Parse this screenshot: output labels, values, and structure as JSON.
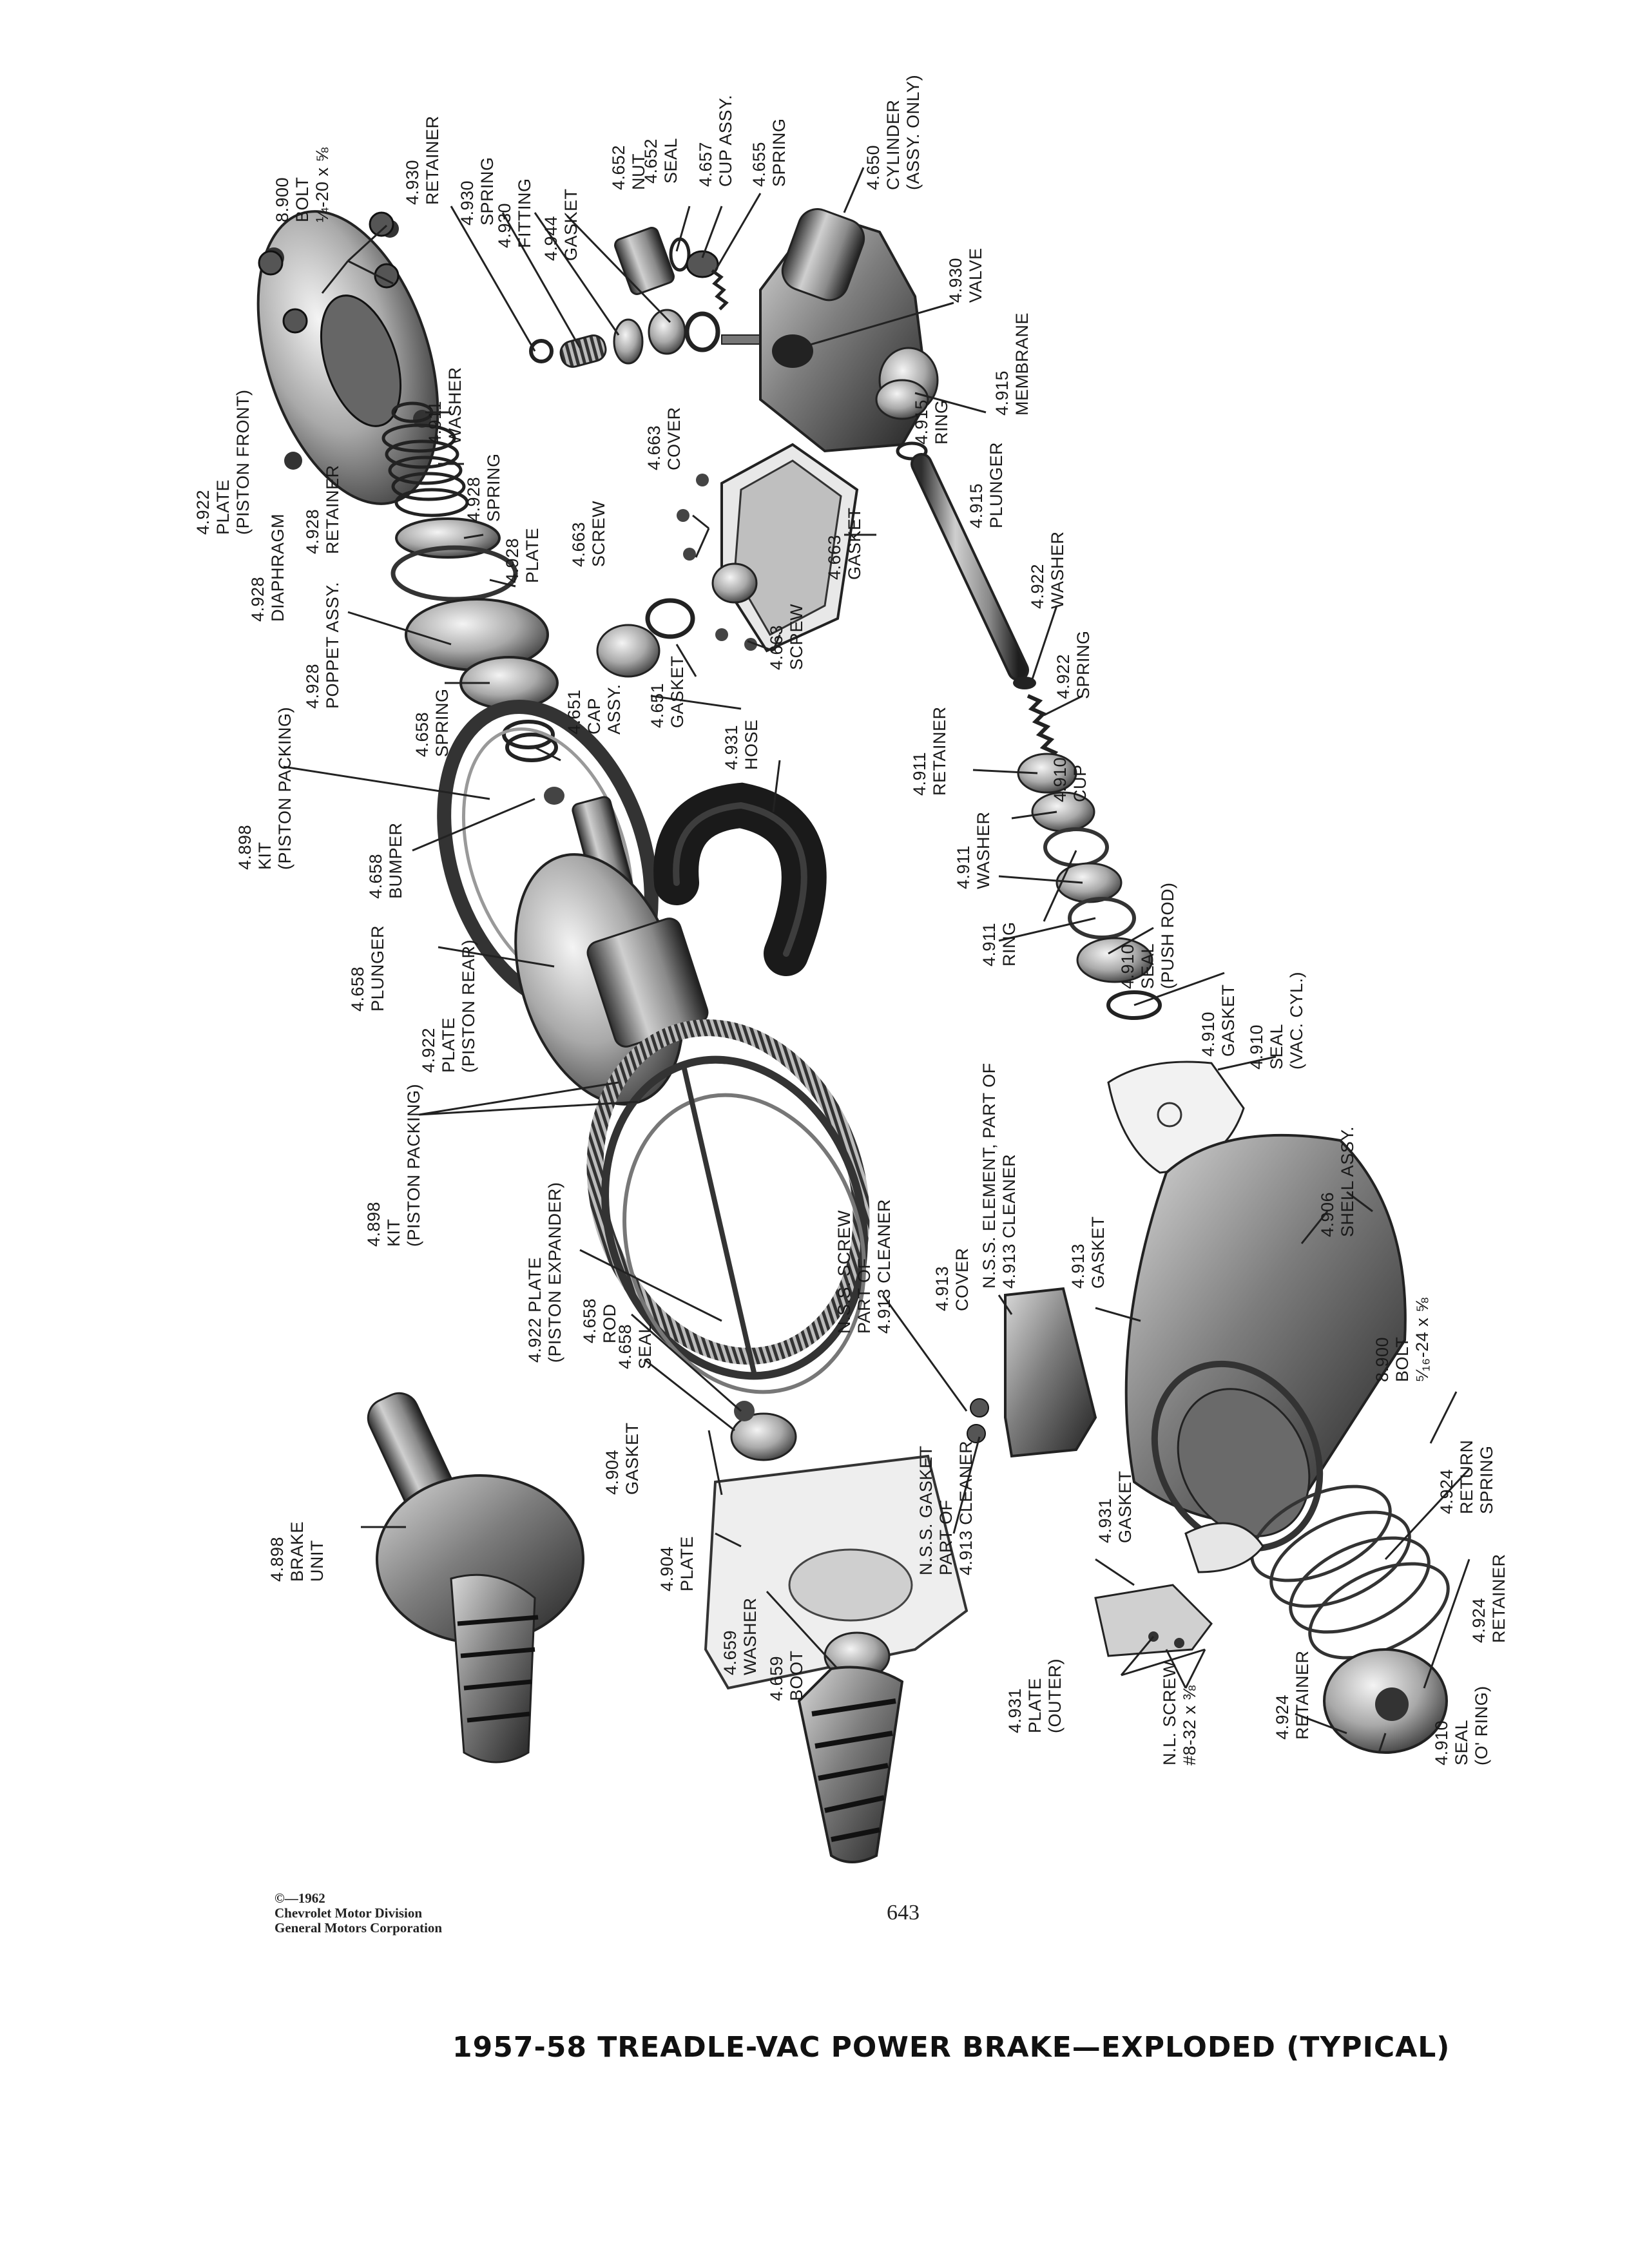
{
  "caption": "1957-58 TREADLE-VAC POWER BRAKE—EXPLODED (TYPICAL)",
  "page_number": "643",
  "copyright": [
    "©—1962",
    "Chevrolet Motor Division",
    "General Motors Corporation"
  ],
  "labels": [
    {
      "id": "bolt-8900-front",
      "lines": [
        "8.900",
        "BOLT",
        "¼-20 x ⅝"
      ]
    },
    {
      "id": "retainer-4930",
      "lines": [
        "4.930",
        "RETAINER"
      ]
    },
    {
      "id": "spring-4930",
      "lines": [
        "4.930",
        "SPRING"
      ]
    },
    {
      "id": "fitting-4930",
      "lines": [
        "4.930",
        "FITTING"
      ]
    },
    {
      "id": "gasket-4944",
      "lines": [
        "4.944",
        "GASKET"
      ]
    },
    {
      "id": "nut-4652",
      "lines": [
        "4.652",
        "NUT"
      ]
    },
    {
      "id": "seal-4652",
      "lines": [
        "4.652",
        "SEAL"
      ]
    },
    {
      "id": "cup-assy-4657",
      "lines": [
        "4.657",
        "CUP ASSY."
      ]
    },
    {
      "id": "spring-4655",
      "lines": [
        "4.655",
        "SPRING"
      ]
    },
    {
      "id": "cylinder-4650",
      "lines": [
        "4.650",
        "CYLINDER",
        "(ASSY. ONLY)"
      ]
    },
    {
      "id": "valve-4930",
      "lines": [
        "4.930",
        "VALVE"
      ]
    },
    {
      "id": "membrane-4915",
      "lines": [
        "4.915",
        "MEMBRANE"
      ]
    },
    {
      "id": "ring-4915",
      "lines": [
        "4.915",
        "RING"
      ]
    },
    {
      "id": "plunger-4915",
      "lines": [
        "4.915",
        "PLUNGER"
      ]
    },
    {
      "id": "plate-piston-front-4922",
      "lines": [
        "4.922",
        "PLATE",
        "(PISTON FRONT)"
      ]
    },
    {
      "id": "washer-4911",
      "lines": [
        "4.911",
        "WASHER"
      ]
    },
    {
      "id": "spring-4928",
      "lines": [
        "4.928",
        "SPRING"
      ]
    },
    {
      "id": "retainer-4928",
      "lines": [
        "4.928",
        "RETAINER"
      ]
    },
    {
      "id": "plate-4928",
      "lines": [
        "4.928",
        "PLATE"
      ]
    },
    {
      "id": "cover-4663",
      "lines": [
        "4.663",
        "COVER"
      ]
    },
    {
      "id": "screw-4663-a",
      "lines": [
        "4.663",
        "SCREW"
      ]
    },
    {
      "id": "gasket-4663",
      "lines": [
        "4.663",
        "GASKET"
      ]
    },
    {
      "id": "screw-4663-b",
      "lines": [
        "4.663",
        "SCREW"
      ]
    },
    {
      "id": "diaphragm-4928",
      "lines": [
        "4.928",
        "DIAPHRAGM"
      ]
    },
    {
      "id": "poppet-assy-4928",
      "lines": [
        "4.928",
        "POPPET ASSY."
      ]
    },
    {
      "id": "cap-assy-4651",
      "lines": [
        "4.651",
        "CAP",
        "ASSY."
      ]
    },
    {
      "id": "gasket-4651",
      "lines": [
        "4.651",
        "GASKET"
      ]
    },
    {
      "id": "spring-4658",
      "lines": [
        "4.658",
        "SPRING"
      ]
    },
    {
      "id": "washer-4922",
      "lines": [
        "4.922",
        "WASHER"
      ]
    },
    {
      "id": "spring-4922",
      "lines": [
        "4.922",
        "SPRING"
      ]
    },
    {
      "id": "kit-piston-packing-4898-a",
      "lines": [
        "4.898",
        "KIT",
        "(PISTON PACKING)"
      ]
    },
    {
      "id": "bumper-4658",
      "lines": [
        "4.658",
        "BUMPER"
      ]
    },
    {
      "id": "hose-4931",
      "lines": [
        "4.931",
        "HOSE"
      ]
    },
    {
      "id": "retainer-4911",
      "lines": [
        "4.911",
        "RETAINER"
      ]
    },
    {
      "id": "cup-4910",
      "lines": [
        "4.910",
        "CUP"
      ]
    },
    {
      "id": "washer-4911-b",
      "lines": [
        "4.911",
        "WASHER"
      ]
    },
    {
      "id": "seal-push-rod-4910",
      "lines": [
        "4.910",
        "SEAL",
        "(PUSH ROD)"
      ]
    },
    {
      "id": "plunger-4658",
      "lines": [
        "4.658",
        "PLUNGER"
      ]
    },
    {
      "id": "plate-piston-rear-4922",
      "lines": [
        "4.922",
        "PLATE",
        "(PISTON REAR)"
      ]
    },
    {
      "id": "ring-4911",
      "lines": [
        "4.911",
        "RING"
      ]
    },
    {
      "id": "seal-vac-cyl-4910",
      "lines": [
        "4.910",
        "SEAL",
        "(VAC. CYL.)"
      ]
    },
    {
      "id": "gasket-4910",
      "lines": [
        "4.910",
        "GASKET"
      ]
    },
    {
      "id": "kit-piston-packing-4898-b",
      "lines": [
        "4.898",
        "KIT",
        "(PISTON PACKING)"
      ]
    },
    {
      "id": "plate-piston-expander-4922",
      "lines": [
        "4.922 PLATE",
        "(PISTON EXPANDER)"
      ]
    },
    {
      "id": "rod-4658",
      "lines": [
        "4.658",
        "ROD"
      ]
    },
    {
      "id": "seal-4658",
      "lines": [
        "4.658",
        "SEAL"
      ]
    },
    {
      "id": "nss-screw",
      "lines": [
        "N.S.S. SCREW",
        "PART OF",
        "4.913 CLEANER"
      ]
    },
    {
      "id": "cover-4913",
      "lines": [
        "4.913",
        "COVER"
      ]
    },
    {
      "id": "nss-element",
      "lines": [
        "N.S.S. ELEMENT, PART OF",
        "4.913 CLEANER"
      ]
    },
    {
      "id": "gasket-4913",
      "lines": [
        "4.913",
        "GASKET"
      ]
    },
    {
      "id": "shell-assy-4906",
      "lines": [
        "4.906",
        "SHELL ASSY."
      ]
    },
    {
      "id": "bolt-8900-rear",
      "lines": [
        "8.900",
        "BOLT",
        "⁵⁄₁₆-24 x ⅝"
      ]
    },
    {
      "id": "gasket-4904",
      "lines": [
        "4.904",
        "GASKET"
      ]
    },
    {
      "id": "nss-gasket",
      "lines": [
        "N.S.S. GASKET",
        "PART OF",
        "4.913 CLEANER"
      ]
    },
    {
      "id": "return-spring-4924",
      "lines": [
        "4.924",
        "RETURN",
        "SPRING"
      ]
    },
    {
      "id": "brake-unit-4898",
      "lines": [
        "4.898",
        "BRAKE",
        "UNIT"
      ]
    },
    {
      "id": "plate-4904",
      "lines": [
        "4.904",
        "PLATE"
      ]
    },
    {
      "id": "gasket-4931",
      "lines": [
        "4.931",
        "GASKET"
      ]
    },
    {
      "id": "retainer-4924-a",
      "lines": [
        "4.924",
        "RETAINER"
      ]
    },
    {
      "id": "washer-4659",
      "lines": [
        "4.659",
        "WASHER"
      ]
    },
    {
      "id": "boot-4659",
      "lines": [
        "4.659",
        "BOOT"
      ]
    },
    {
      "id": "plate-outer-4931",
      "lines": [
        "4.931",
        "PLATE",
        "(OUTER)"
      ]
    },
    {
      "id": "nl-screw",
      "lines": [
        "N.L. SCREW",
        "#8-32 x ⅜"
      ]
    },
    {
      "id": "retainer-4924-b",
      "lines": [
        "4.924",
        "RETAINER"
      ]
    },
    {
      "id": "seal-o-ring-4910",
      "lines": [
        "4.910",
        "SEAL",
        "(O' RING)"
      ]
    }
  ]
}
